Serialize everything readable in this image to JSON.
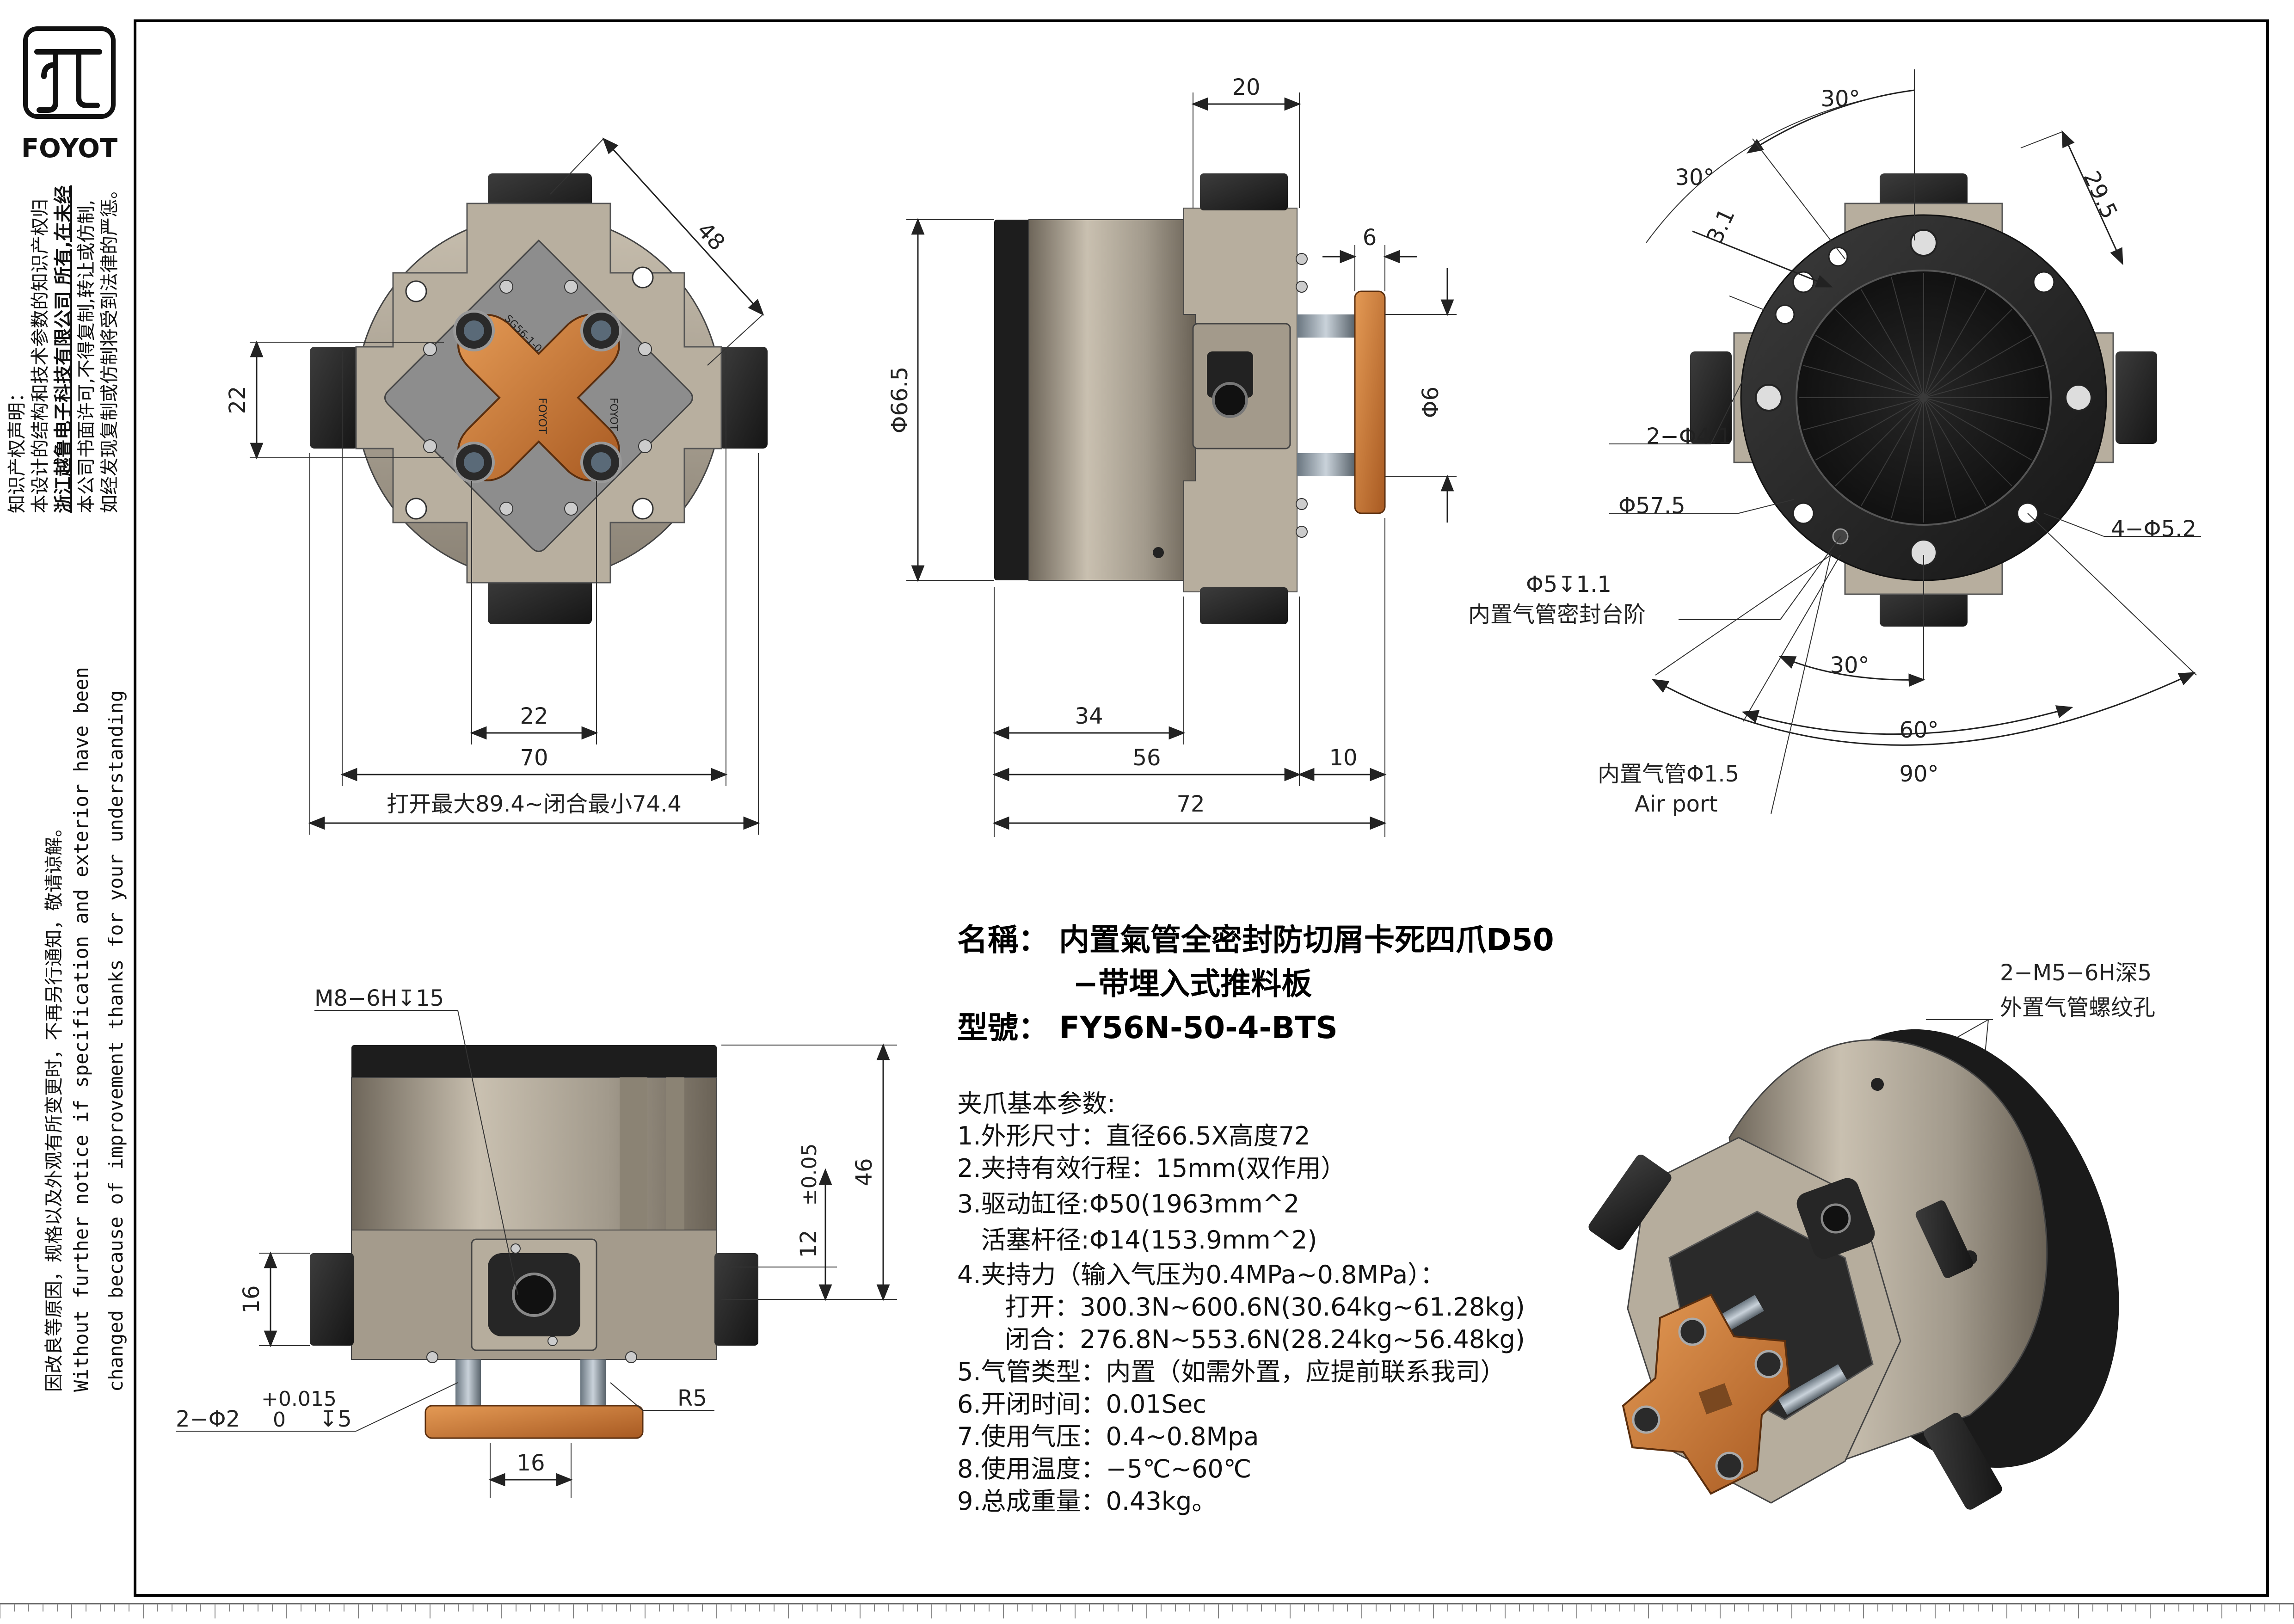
{
  "brand": {
    "name": "FOYOT",
    "notice_lines": [
      "知识产权声明：",
      "本设计的结构和技术参数的知识产权归",
      "浙江越鲁电子科技有限公司 所有,在未经",
      "本公司书面许可,不得复制,转让或仿制,",
      "如经发现复制或仿制将受到法律的严惩。"
    ]
  },
  "side_notes": {
    "cn": [
      "因改良等原因，规格以及外观有所变更时，不再另行通知，敬请谅解。"
    ],
    "en": [
      "Without further  notice if specification and exterior have been",
      "changed because of improvement thanks for your understanding"
    ]
  },
  "top_view": {
    "dims": {
      "d48": "48",
      "d22": "22",
      "d22b": "22",
      "d70": "70",
      "stroke": "打开最大89.4~闭合最小74.4"
    },
    "part_text": [
      "FOYOT",
      "SG56-1-0",
      "FOYOT"
    ]
  },
  "side_view": {
    "dims": {
      "d20": "20",
      "d6": "6",
      "phi6": "Φ6",
      "phi66": "Φ66.5",
      "d34": "34",
      "d56": "56",
      "d10": "10",
      "d72": "72"
    }
  },
  "bottom_view": {
    "dims": {
      "a30top": "30°",
      "a30left": "30°",
      "d31": "3.1",
      "d295": "29.5",
      "holes2": "2−Φ4.1",
      "pcd": "Φ57.5",
      "holes4": "4−Φ5.2",
      "seal1": "Φ5↧1.1",
      "seal2": "内置气管密封台阶",
      "a30b": "30°",
      "a60": "60°",
      "a90": "90°",
      "air1": "内置气管Φ1.5",
      "air2": "Air port"
    }
  },
  "front_view": {
    "dims": {
      "m8": "M8−6H↧15",
      "d46": "46",
      "d12": "12",
      "tol": "±0.05",
      "d16": "16",
      "pin": "2−Φ2",
      "pin_tol_up": "+0.015",
      "pin_tol_dn": "0",
      "pin_depth": "↧5",
      "r5": "R5",
      "d16b": "16"
    }
  },
  "iso_view": {
    "callout": [
      "2−M5−6H深5",
      "外置气管螺纹孔"
    ]
  },
  "title_block": {
    "name_label": "名稱：",
    "name_line1": "内置氣管全密封防切屑卡死四爪D50",
    "name_line2": "−带埋入式推料板",
    "model_label": "型號：",
    "model": "FY56N-50-4-BTS"
  },
  "specs": {
    "heading": "夹爪基本参数:",
    "items": [
      "1.外形尺寸：直径66.5X高度72",
      "2.夹持有效行程：15mm(双作用）",
      "3.驱动缸径:Φ50(1963mm^2",
      "   活塞杆径:Φ14(153.9mm^2)",
      "4.夹持力（输入气压为0.4MPa~0.8MPa）：",
      "      打开：300.3N~600.6N(30.64kg~61.28kg)",
      "      闭合：276.8N~553.6N(28.24kg~56.48kg)",
      "5.气管类型：内置（如需外置，应提前联系我司）",
      "6.开闭时间：0.01Sec",
      "7.使用气压：0.4~0.8Mpa",
      "8.使用温度：−5℃~60℃",
      "9.总成重量：0.43kg。"
    ]
  },
  "colors": {
    "frame": "#000000",
    "body": "#a29a8c",
    "dark": "#2a2a2a",
    "orange": "#d07a3a",
    "plate": "#8d8d8d"
  }
}
